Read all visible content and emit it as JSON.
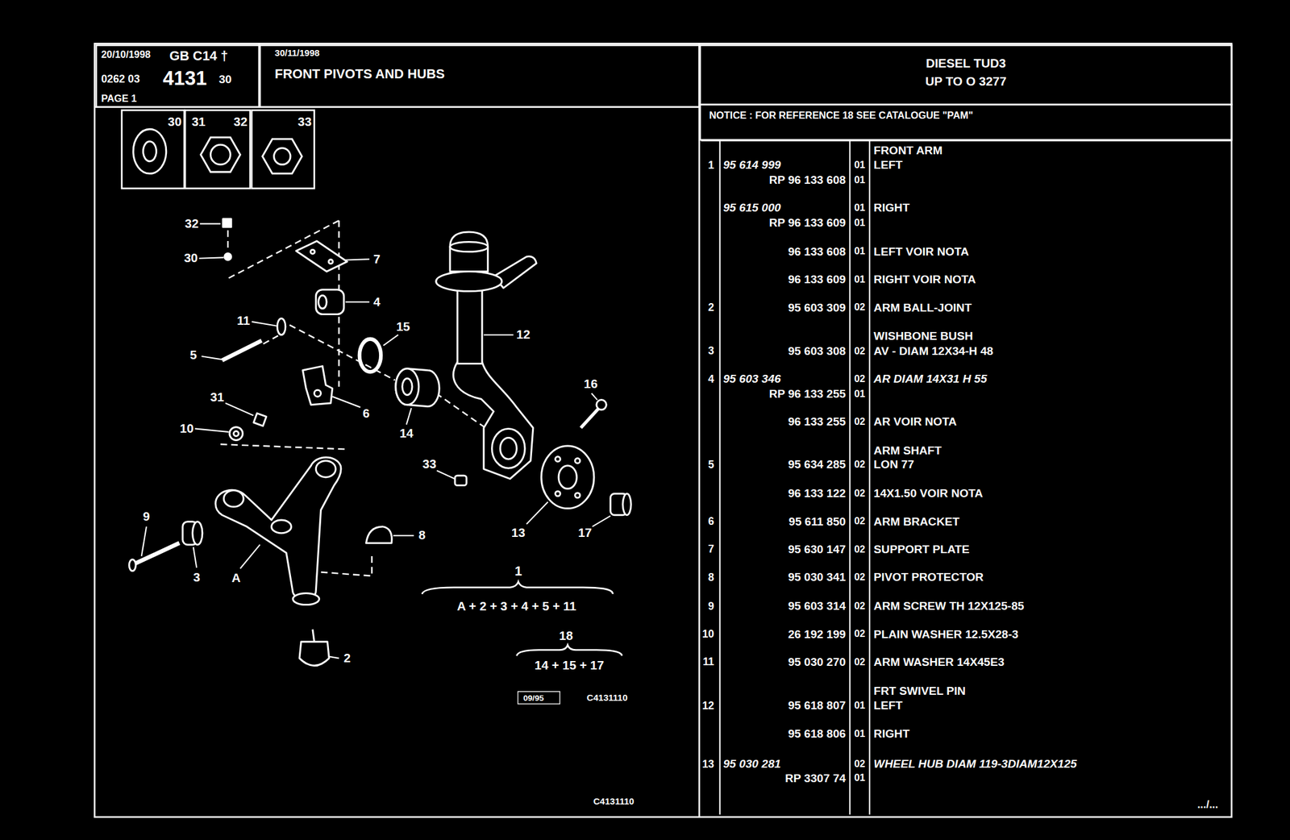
{
  "diagram": {
    "title": "FRONT PIVOTS AND HUBS",
    "nodes": [
      {
        "text": [
          "20/10/1998",
          "GB C14 †",
          "0262 03",
          "4131",
          "30",
          "PAGE 1"
        ]
      },
      {
        "text": [
          "30/11/1998"
        ]
      },
      {
        "text": [
          "DIESEL TUD3",
          "UP TO O 3277"
        ]
      },
      {
        "text": [
          "NOTICE : FOR REFERENCE 18 SEE CATALOGUE \"PAM\""
        ]
      },
      {
        "text": [
          "30"
        ]
      },
      {
        "text": [
          "31",
          "32"
        ]
      },
      {
        "text": [
          "33"
        ]
      },
      {
        "text": [
          "09/95"
        ]
      }
    ],
    "labels": [
      "32",
      "30",
      "7",
      "4",
      "11",
      "15",
      "12",
      "5",
      "16",
      "6",
      "14",
      "31",
      "10",
      "33",
      "9",
      "3",
      "A",
      "8",
      "13",
      "17",
      "2",
      "1",
      "A + 2 + 3 + 4 + 5 + 11",
      "18",
      "14 + 15 + 17",
      "C4131110",
      "C4131110",
      "FRONT ARM",
      "1",
      "95 614 999",
      "01",
      "LEFT",
      "RP 96 133 608",
      "01",
      "95 615 000",
      "01",
      "RIGHT",
      "RP 96 133 609",
      "01",
      "96 133 608",
      "01",
      "LEFT VOIR NOTA",
      "96 133 609",
      "01",
      "RIGHT VOIR NOTA",
      "2",
      "95 603 309",
      "02",
      "ARM BALL-JOINT",
      "WISHBONE BUSH",
      "3",
      "95 603 308",
      "02",
      "AV - DIAM 12X34-H 48",
      "4",
      "95 603 346",
      "02",
      "AR DIAM 14X31 H 55",
      "RP 96 133 255",
      "01",
      "96 133 255",
      "02",
      "AR VOIR NOTA",
      "ARM SHAFT",
      "5",
      "95 634 285",
      "02",
      "LON 77",
      "96 133 122",
      "02",
      "14X1.50 VOIR NOTA",
      "6",
      "95 611 850",
      "02",
      "ARM BRACKET",
      "7",
      "95 630 147",
      "02",
      "SUPPORT PLATE",
      "8",
      "95 030 341",
      "02",
      "PIVOT PROTECTOR",
      "9",
      "95 603 314",
      "02",
      "ARM SCREW TH 12X125-85",
      "10",
      "26 192 199",
      "02",
      "PLAIN WASHER 12.5X28-3",
      "11",
      "95 030 270",
      "02",
      "ARM WASHER 14X45E3",
      "FRT SWIVEL PIN",
      "12",
      "95 618 807",
      "01",
      "LEFT",
      "95 618 806",
      "01",
      "RIGHT",
      "13",
      "95 030 281",
      "02",
      "WHEEL HUB DIAM 119-3DIAM12X125",
      "RP 3307 74",
      "01",
      ".../..."
    ]
  }
}
